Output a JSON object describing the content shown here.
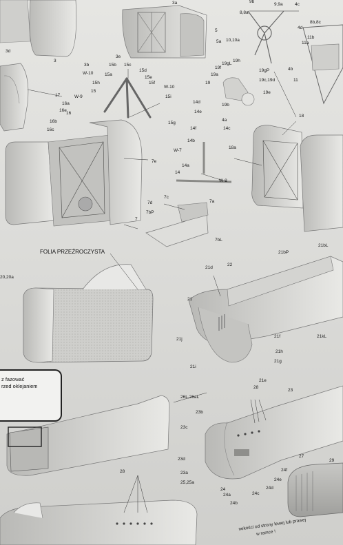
{
  "headings": {
    "clear_film": "FOLIA PRZEŹROCZYSTA"
  },
  "warning_box": {
    "line1": "z fazować",
    "line2": "rzed oklejaniem"
  },
  "footer": {
    "line1": "nekości od strony lewej lub prawej",
    "line2": "w ramce !"
  },
  "labels": [
    "3a",
    "3",
    "3b",
    "3e",
    "3d",
    "5",
    "5a",
    "15b",
    "15c",
    "15a",
    "15d",
    "15e",
    "15f",
    "W-10",
    "15h",
    "15",
    "W-9",
    "W-10",
    "15i",
    "15g",
    "17",
    "16a",
    "16e",
    "16",
    "16b",
    "16c",
    "7e",
    "9b",
    "9,9a",
    "4c",
    "8,8a",
    "4d",
    "8b,8c",
    "10,10a",
    "11b",
    "11a",
    "4b",
    "11",
    "19f",
    "19gL",
    "19h",
    "19a",
    "19gP",
    "19",
    "19c,19d",
    "19e",
    "19b",
    "14d",
    "14e",
    "14f",
    "4a",
    "14c",
    "18",
    "14b",
    "W-7",
    "18a",
    "14a",
    "14",
    "W-8",
    "7c",
    "7d",
    "7a",
    "7bP",
    "7",
    "7bL",
    "20,20a",
    "21d",
    "22",
    "21bP",
    "21bL",
    "21",
    "21j",
    "21f",
    "21kL",
    "21h",
    "21i",
    "21g",
    "21e",
    "26L,26aL",
    "28",
    "23",
    "23b",
    "23c",
    "23d",
    "23a",
    "25,25a",
    "24",
    "24a",
    "24b",
    "24c",
    "24d",
    "24e",
    "24f",
    "27",
    "28",
    "29"
  ]
}
